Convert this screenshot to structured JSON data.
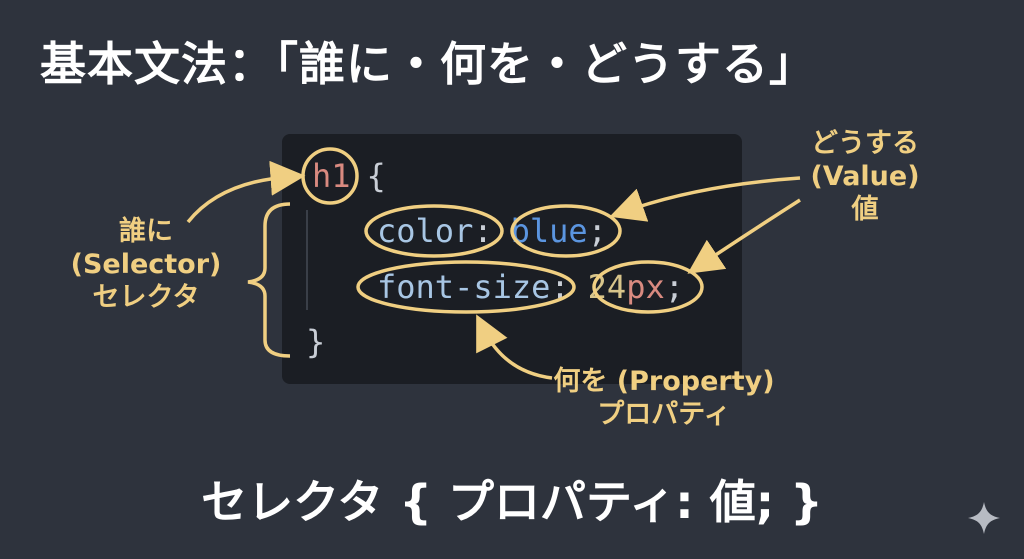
{
  "title": "基本文法：「誰に・何を・どうする」",
  "code": {
    "line1": {
      "selector": "h1",
      "brace": "{"
    },
    "line2": {
      "property": "color",
      "colon": ":",
      "value": "blue",
      "semicolon": ";"
    },
    "line3": {
      "property": "font-size",
      "colon": ":",
      "number": "24",
      "unit": "px",
      "semicolon": ";"
    },
    "line4": {
      "brace": "}"
    }
  },
  "annotations": {
    "selector": {
      "line1": "誰に",
      "line2": "(Selector)",
      "line3": "セレクタ"
    },
    "value": {
      "line1": "どうする",
      "line2": "(Value)",
      "line3": "値"
    },
    "property": {
      "line1": "何を (Property)",
      "line2": "プロパティ"
    }
  },
  "syntax": "セレクタ { プロパティ: 値; }",
  "colors": {
    "background": "#2e333d",
    "code_panel": "#1b1e24",
    "annotation": "#f0cf82",
    "selector_token": "#d98a80",
    "value_token": "#5b95e0",
    "property_token": "#a8c6e4"
  },
  "icons": {
    "corner": "sparkle-icon"
  }
}
